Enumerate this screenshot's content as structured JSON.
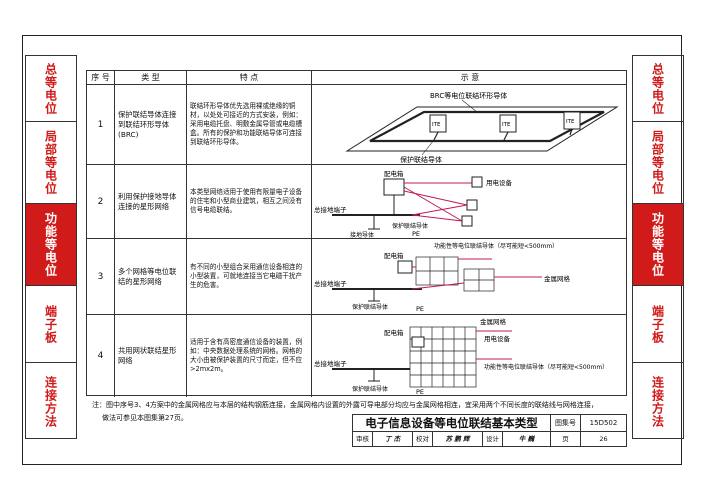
{
  "side_left": [
    "总等电位",
    "局部等电位",
    "功能等电位",
    "端子板",
    "连接方法"
  ],
  "side_right": [
    "总等电位",
    "局部等电位",
    "功能等电位",
    "端子板",
    "连接方法"
  ],
  "table": {
    "headers": [
      "序 号",
      "类 型",
      "特 点",
      "示 意"
    ],
    "rows": [
      {
        "no": "1",
        "type": "保护联结导体连接到联结环形导体(BRC)",
        "feature": "联结环形导体优先选用裸或绝缘的铜材，以处处可接近的方式安装，例如：采用电缆托盘、明敷金属导管或电缆槽盒。所有的保护和功能联结导体可连接到联结环形导体。"
      },
      {
        "no": "2",
        "type": "利用保护接地导体连接的星形网络",
        "feature": "本类型网络适用于使用有限量电子设备的住宅和小型商业建筑，相互之间没有信号电缆联结。"
      },
      {
        "no": "3",
        "type": "多个网格等电位联结的星形网络",
        "feature": "有不同的小型组合采用通信设备相连的小型装置，可就地连接当它电磁干扰产生的危害。"
      },
      {
        "no": "4",
        "type": "共用网状联结星形网络",
        "feature": "适用于含有高密度通信设备的装置，例如：中央数据处理系统的网格。网格的大小由被保护装置的尺寸而定，但不应>2mx2m。"
      }
    ]
  },
  "diagrams": {
    "brc_label": "BRC等电位联结环形导体",
    "ite": "ITE",
    "pe_conductor": "保护联结导体",
    "distribution_box": "配电箱",
    "equipment": "用电设备",
    "main_terminal": "总接地端子",
    "pe": "PE",
    "ground_conductor": "接地导体",
    "functional_conductor": "功能性等电位联结导体（尽可能短<500mm）",
    "metal_mesh": "金属网格"
  },
  "note": {
    "line1": "注：图中序号3、4方案中的金属网格应与本层的结构钢筋连接，金属网格内设置的外露可导电部分均应与金属网格相连，宜采用两个不同长度的联结线与网格连接，",
    "line2": "做法可参见本图集第27页。"
  },
  "title_block": {
    "title": "电子信息设备等电位联结基本类型",
    "atlas_label": "图集号",
    "atlas_no": "15D502",
    "review_label": "审核",
    "reviewer": "丁 杰",
    "check_label": "校对",
    "checker": "苏 鹏 辉",
    "design_label": "设计",
    "designer": "牛 巍",
    "page_label": "页",
    "page_no": "26"
  },
  "colors": {
    "accent": "#d11a1a",
    "line": "#222222",
    "magenta": "#c2185b"
  }
}
